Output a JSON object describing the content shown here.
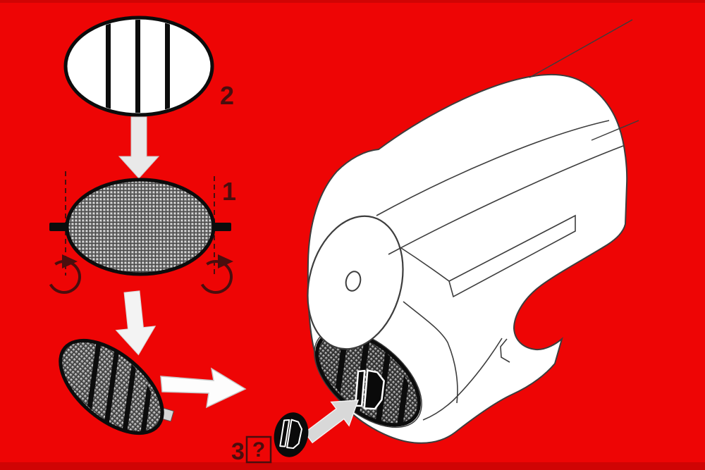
{
  "diagram": {
    "labels": {
      "step_1": "1",
      "step_2": "2",
      "step_3": "3",
      "question_mark": "?"
    },
    "colors": {
      "background": "#ee0505",
      "label": "#4a0e0e",
      "line": "#3d3d3d",
      "part_fill": "#ffffff",
      "stripe": "#0c0c0c",
      "mesh_light_base": "#8f8f8f",
      "mesh_mid_base": "#7c7c7c",
      "mesh_dark_base": "#636363",
      "arrow_light": "#e9e9e9",
      "arrow_white": "#fdfdfd",
      "arrow_gray": "#d8d8d8",
      "hatch_fill": "#0a0a0a",
      "hatch_outline": "#ffffff"
    }
  }
}
